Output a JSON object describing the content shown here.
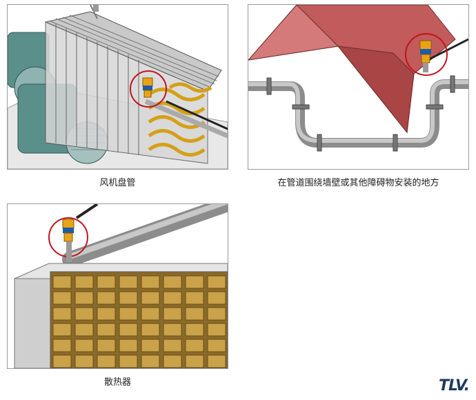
{
  "panels": [
    {
      "caption": "风机盘管"
    },
    {
      "caption": "在管道围绕墙壁或其他障碍物安装的地方"
    },
    {
      "caption": "散热器"
    }
  ],
  "logo": "TLV."
}
